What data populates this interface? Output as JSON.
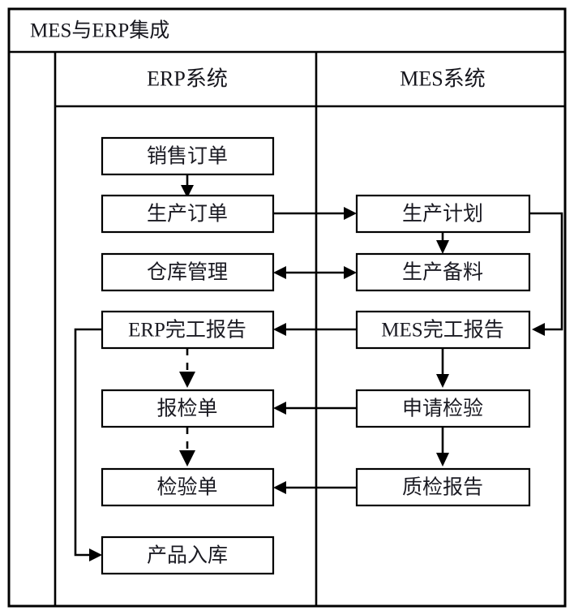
{
  "title": "MES与ERP集成",
  "columns": {
    "left_spacer": "",
    "erp_header": "ERP系统",
    "mes_header": "MES系统"
  },
  "erp_nodes": [
    {
      "id": "sales-order",
      "label": "销售订单"
    },
    {
      "id": "production-order",
      "label": "生产订单"
    },
    {
      "id": "warehouse-mgmt",
      "label": "仓库管理"
    },
    {
      "id": "erp-completion",
      "label": "ERP完工报告"
    },
    {
      "id": "inspection-request",
      "label": "报检单"
    },
    {
      "id": "inspection-sheet",
      "label": "检验单"
    },
    {
      "id": "product-stock-in",
      "label": "产品入库"
    }
  ],
  "mes_nodes": [
    {
      "id": "production-plan",
      "label": "生产计划"
    },
    {
      "id": "material-prep",
      "label": "生产备料"
    },
    {
      "id": "mes-completion",
      "label": "MES完工报告"
    },
    {
      "id": "apply-inspection",
      "label": "申请检验"
    },
    {
      "id": "quality-report",
      "label": "质检报告"
    }
  ],
  "connections": [
    {
      "id": "sales-to-production",
      "from": "销售订单",
      "to": "生产订单",
      "style": "solid",
      "direction": "down"
    },
    {
      "id": "production-order-to-plan",
      "from": "生产订单",
      "to": "生产计划",
      "style": "solid",
      "direction": "right"
    },
    {
      "id": "warehouse-to-material-prep",
      "from": "仓库管理",
      "to": "生产备料",
      "style": "solid",
      "direction": "both"
    },
    {
      "id": "plan-to-material-prep",
      "from": "生产计划",
      "to": "生产备料",
      "style": "solid",
      "direction": "down"
    },
    {
      "id": "plan-to-mes-completion",
      "from": "生产计划",
      "to": "MES完工报告",
      "style": "solid",
      "direction": "loop-right"
    },
    {
      "id": "mes-to-erp-completion",
      "from": "MES完工报告",
      "to": "ERP完工报告",
      "style": "solid",
      "direction": "left"
    },
    {
      "id": "mes-completion-to-apply",
      "from": "MES完工报告",
      "to": "申请检验",
      "style": "solid",
      "direction": "down"
    },
    {
      "id": "apply-to-inspection-request",
      "from": "申请检验",
      "to": "报检单",
      "style": "solid",
      "direction": "left"
    },
    {
      "id": "apply-to-quality-report",
      "from": "申请检验",
      "to": "质检报告",
      "style": "solid",
      "direction": "down"
    },
    {
      "id": "quality-to-inspection-sheet",
      "from": "质检报告",
      "to": "检验单",
      "style": "solid",
      "direction": "left"
    },
    {
      "id": "erp-completion-to-request",
      "from": "ERP完工报告",
      "to": "报检单",
      "style": "dashed",
      "direction": "down"
    },
    {
      "id": "request-to-inspection-sheet",
      "from": "报检单",
      "to": "检验单",
      "style": "dashed",
      "direction": "down"
    },
    {
      "id": "erp-completion-to-stock-in",
      "from": "ERP完工报告",
      "to": "产品入库",
      "style": "solid",
      "direction": "loop-left"
    }
  ],
  "colors": {
    "background": "#ffffff",
    "line": "#000000",
    "text": "#16161d",
    "box_fill": "#ffffff"
  }
}
